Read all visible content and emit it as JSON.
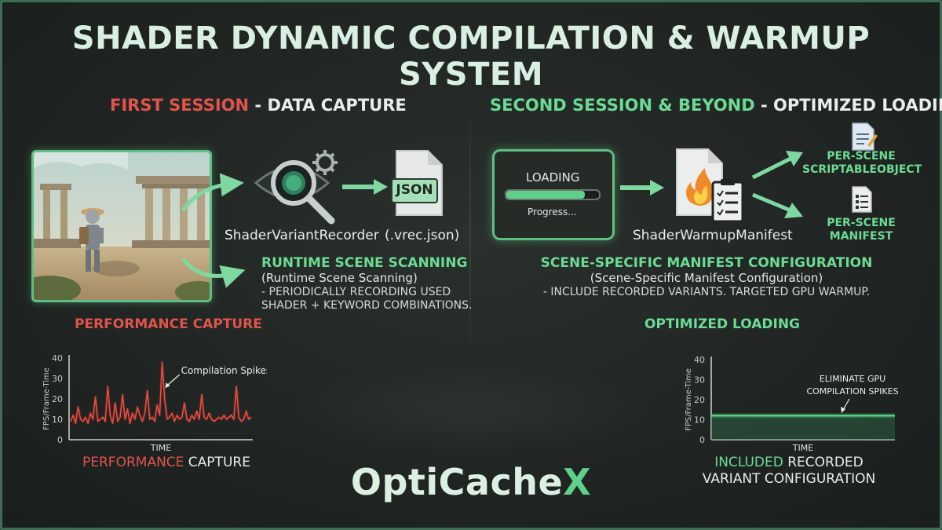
{
  "title": "SHADER DYNAMIC COMPILATION & WARMUP SYSTEM",
  "left": {
    "heading_accent": "FIRST SESSION",
    "heading_rest": " - DATA CAPTURE",
    "recorder_label": "ShaderVariantRecorder",
    "json_icon_text": "JSON",
    "json_label": "(.vrec.json)",
    "scan_title": "RUNTIME SCENE SCANNING",
    "scan_sub": "(Runtime Scene Scanning)",
    "scan_note_1": "- PERIODICALLY RECORDING USED",
    "scan_note_2": "SHADER + KEYWORD COMBINATIONS.",
    "perf_title": "PERFORMANCE CAPTURE",
    "caption_accent": "PERFORMANCE",
    "caption_rest": " CAPTURE"
  },
  "right": {
    "heading_accent": "SECOND SESSION & BEYOND",
    "heading_rest": " - OPTIMIZED LOADING",
    "loading_text": "LOADING",
    "progress_text": "Progress...",
    "progress_fraction": 0.85,
    "manifest_label": "ShaderWarmupManifest",
    "out1_line1": "PER-SCENE",
    "out1_line2": "SCRIPTABLEOBJECT",
    "out2_line1": "PER-SCENE",
    "out2_line2": "MANIFEST",
    "config_title": "SCENE-SPECIFIC MANIFEST CONFIGURATION",
    "config_sub": "(Scene-Specific Manifest Configuration)",
    "config_note": "- INCLUDE RECORDED VARIANTS. TARGETED GPU WARMUP.",
    "opt_title": "OPTIMIZED LOADING",
    "caption_accent": "INCLUDED",
    "caption_rest": " RECORDED",
    "caption_line2": "VARIANT CONFIGURATION"
  },
  "logo_main": "OptiCache",
  "logo_accent": "X",
  "colors": {
    "accent_green": "#5fd08a",
    "accent_red": "#e1544b",
    "background": "#1e2321"
  },
  "icons": [
    "scene-thumbnail",
    "magnifier-gear-icon",
    "json-file-icon",
    "flame-document-icon",
    "clipboard-icon",
    "document-icon",
    "checklist-icon"
  ],
  "chart_data": [
    {
      "type": "line",
      "ylabel": "FPS/Frame-Time",
      "xlabel": "TIME",
      "ylim": [
        0,
        40
      ],
      "yticks": [
        0,
        10,
        20,
        30,
        40
      ],
      "annotation": "Compilation Spikes",
      "series": [
        {
          "values": [
            9,
            12,
            8,
            16,
            10,
            9,
            11,
            8,
            13,
            10,
            21,
            9,
            10,
            11,
            9,
            26,
            12,
            8,
            18,
            9,
            11,
            22,
            10,
            15,
            8,
            13,
            10,
            16,
            12,
            9,
            13,
            24,
            10,
            11,
            9,
            17,
            12,
            38,
            20,
            10,
            11,
            13,
            9,
            12,
            10,
            11,
            18,
            10,
            9,
            12,
            10,
            14,
            10,
            22,
            11,
            10,
            13,
            10,
            9,
            10,
            11,
            10,
            12,
            10,
            11,
            12,
            10,
            26,
            11,
            9,
            10,
            14,
            10,
            11
          ]
        }
      ]
    },
    {
      "type": "line",
      "ylabel": "FPS/Frame-Time",
      "xlabel": "TIME",
      "ylim": [
        0,
        40
      ],
      "yticks": [
        0,
        10,
        20,
        30,
        40
      ],
      "annotation_line1": "ELIMINATE GPU",
      "annotation_line2": "COMPILATION SPIKES",
      "series": [
        {
          "values": [
            12,
            12,
            12,
            12,
            12,
            12,
            12,
            12,
            12,
            12
          ]
        }
      ]
    }
  ]
}
